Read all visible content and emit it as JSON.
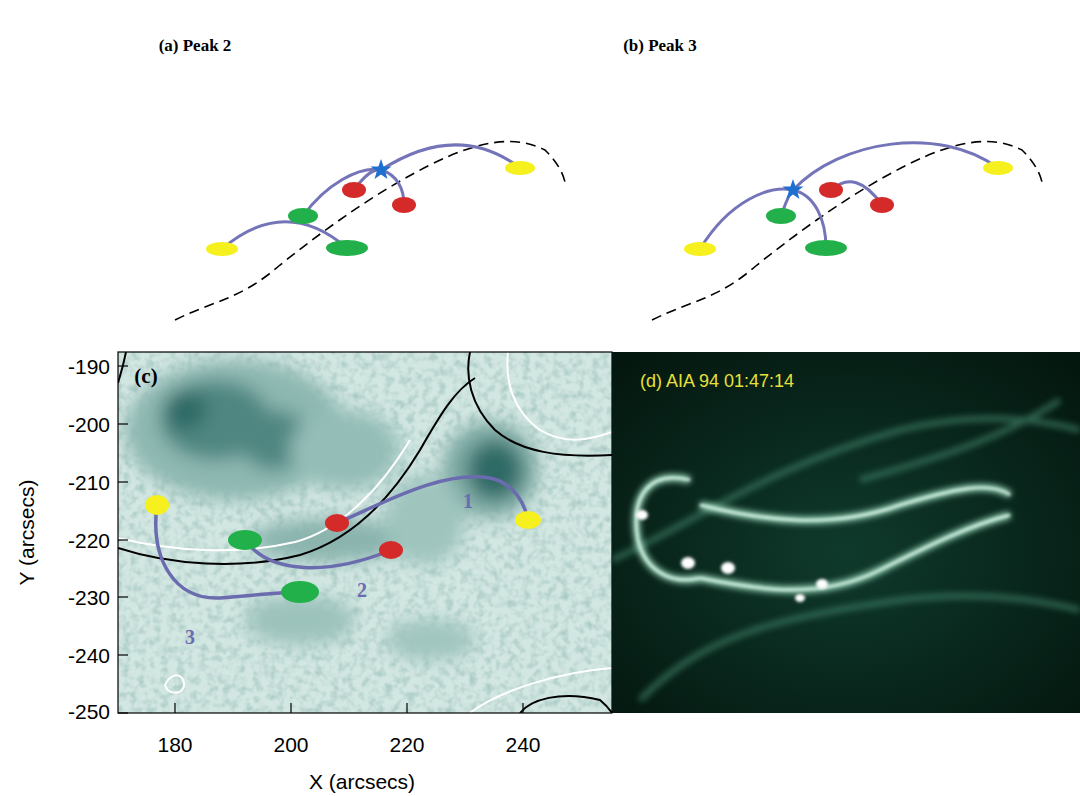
{
  "diagram": {
    "labels": [
      "(a) Peak 2",
      "(b) Peak 3",
      "(c)",
      "1",
      "2",
      "3",
      "(d) AIA 94 01:47:14",
      "-190",
      "-200",
      "-210",
      "-220",
      "-230",
      "-240",
      "-250",
      "180",
      "200",
      "220",
      "240",
      "Y (arcsecs)",
      "X (arcsecs)"
    ]
  }
}
